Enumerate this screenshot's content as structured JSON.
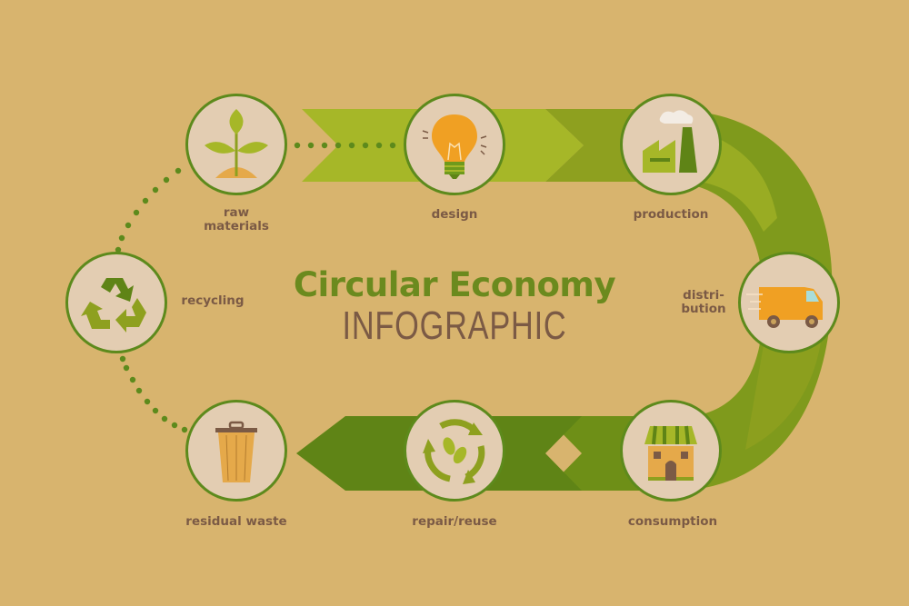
{
  "title": {
    "line1": "Circular Economy",
    "line2": "INFOGRAPHIC"
  },
  "colors": {
    "background": "#d8b46e",
    "node_fill": "#e3cdb2",
    "node_border": "#5d8a1c",
    "arrow_light": "#a6b728",
    "arrow_mid": "#8ea01f",
    "arrow_dark": "#5f8416",
    "title_green": "#6b8a1e",
    "text_brown": "#7b5a45",
    "accent_orange": "#f0a023"
  },
  "stages": [
    {
      "id": "raw-materials",
      "label": "raw\nmaterials",
      "icon": "sprout-icon"
    },
    {
      "id": "design",
      "label": "design",
      "icon": "lightbulb-icon"
    },
    {
      "id": "production",
      "label": "production",
      "icon": "factory-icon"
    },
    {
      "id": "distribution",
      "label": "distri-\nbution",
      "icon": "delivery-van-icon"
    },
    {
      "id": "consumption",
      "label": "consumption",
      "icon": "shop-icon"
    },
    {
      "id": "repair-reuse",
      "label": "repair/reuse",
      "icon": "renew-cycle-icon"
    },
    {
      "id": "residual-waste",
      "label": "residual waste",
      "icon": "trash-bin-icon"
    },
    {
      "id": "recycling",
      "label": "recycling",
      "icon": "recycle-icon"
    }
  ]
}
